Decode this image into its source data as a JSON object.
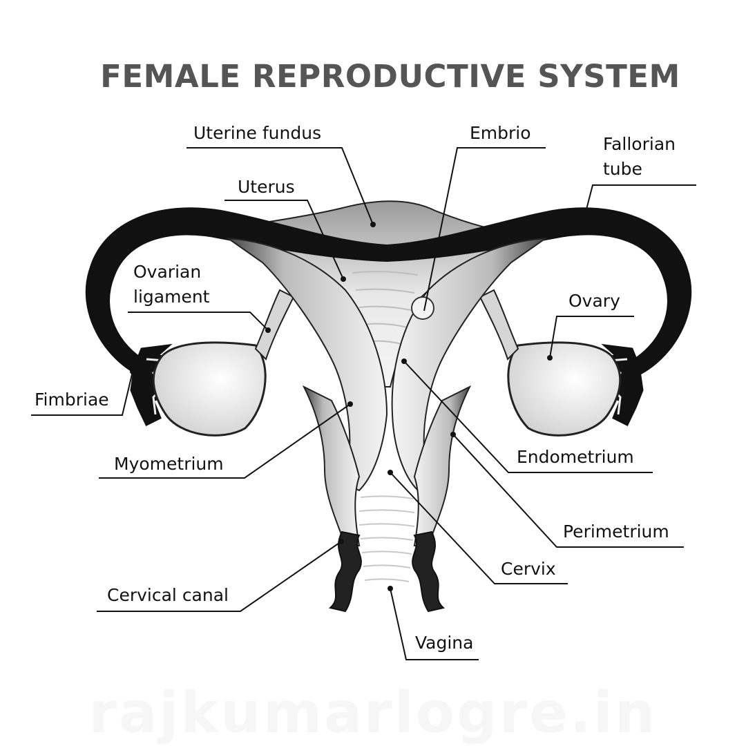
{
  "title": "FEMALE REPRODUCTIVE SYSTEM",
  "labels": {
    "uterine_fundus": "Uterine fundus",
    "embrio": "Embrio",
    "fallorian_tube_line1": "Fallorian",
    "fallorian_tube_line2": "tube",
    "uterus": "Uterus",
    "ovarian_ligament_line1": "Ovarian",
    "ovarian_ligament_line2": "ligament",
    "ovary": "Ovary",
    "fimbriae": "Fimbriae",
    "myometrium": "Myometrium",
    "endometrium": "Endometrium",
    "perimetrium": "Perimetrium",
    "cervix": "Cervix",
    "cervical_canal": "Cervical canal",
    "vagina": "Vagina"
  },
  "watermark": "rajkumarlogre.in",
  "colors": {
    "title": "#555555",
    "ink": "#111111",
    "tissue_fill": "#eeeeee",
    "watermark": "#f6f6f6"
  }
}
